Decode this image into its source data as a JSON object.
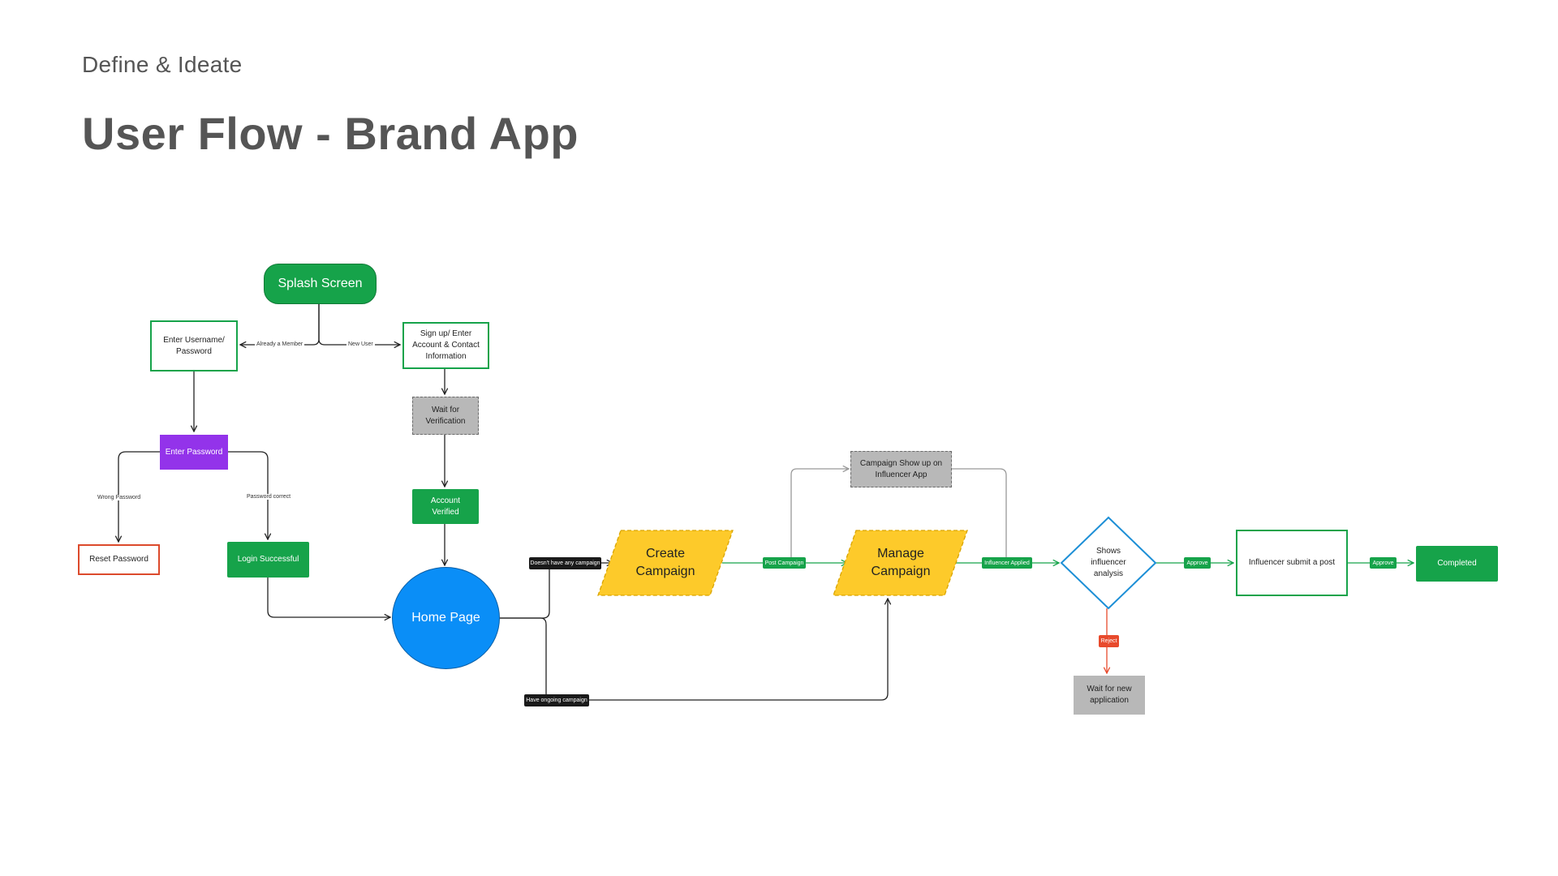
{
  "header": {
    "subtitle": "Define & Ideate",
    "title": "User Flow - Brand App"
  },
  "nodes": {
    "splash_screen": "Splash Screen",
    "enter_username": "Enter Username/ Password",
    "sign_up": "Sign up/ Enter Account & Contact Information",
    "wait_for_verification": "Wait for Verification",
    "enter_password": "Enter Password",
    "account_verified": "Account Verified",
    "reset_password": "Reset Password",
    "login_successful": "Login Successful",
    "home_page": "Home Page",
    "create_campaign": "Create Campaign",
    "manage_campaign": "Manage Campaign",
    "campaign_show_up": "Campaign Show up on Influencer App",
    "shows_influencer_analysis": "Shows influencer analysis",
    "influencer_submit_post": "Influencer submit a post",
    "completed": "Completed",
    "wait_for_new_application": "Wait for new application"
  },
  "edge_labels": {
    "already_member": "Already a Member",
    "new_user": "New User",
    "wrong_password": "Wrong Password",
    "password_correct": "Password correct",
    "no_campaign": "Doesn't have any campaign",
    "ongoing_campaign": "Have ongoing campaign",
    "post_campaign": "Post Campaign",
    "influencer_applied": "Influencer Applied",
    "approve_1": "Approve",
    "approve_2": "Approve",
    "reject": "Reject"
  },
  "colors": {
    "green": "#16a34a",
    "yellow": "#fdca2a",
    "blue": "#0a8ef7",
    "purple": "#9333ea",
    "red": "#e84a2c",
    "gray": "#b8b8b8",
    "diamond_border": "#1d8fd6"
  }
}
